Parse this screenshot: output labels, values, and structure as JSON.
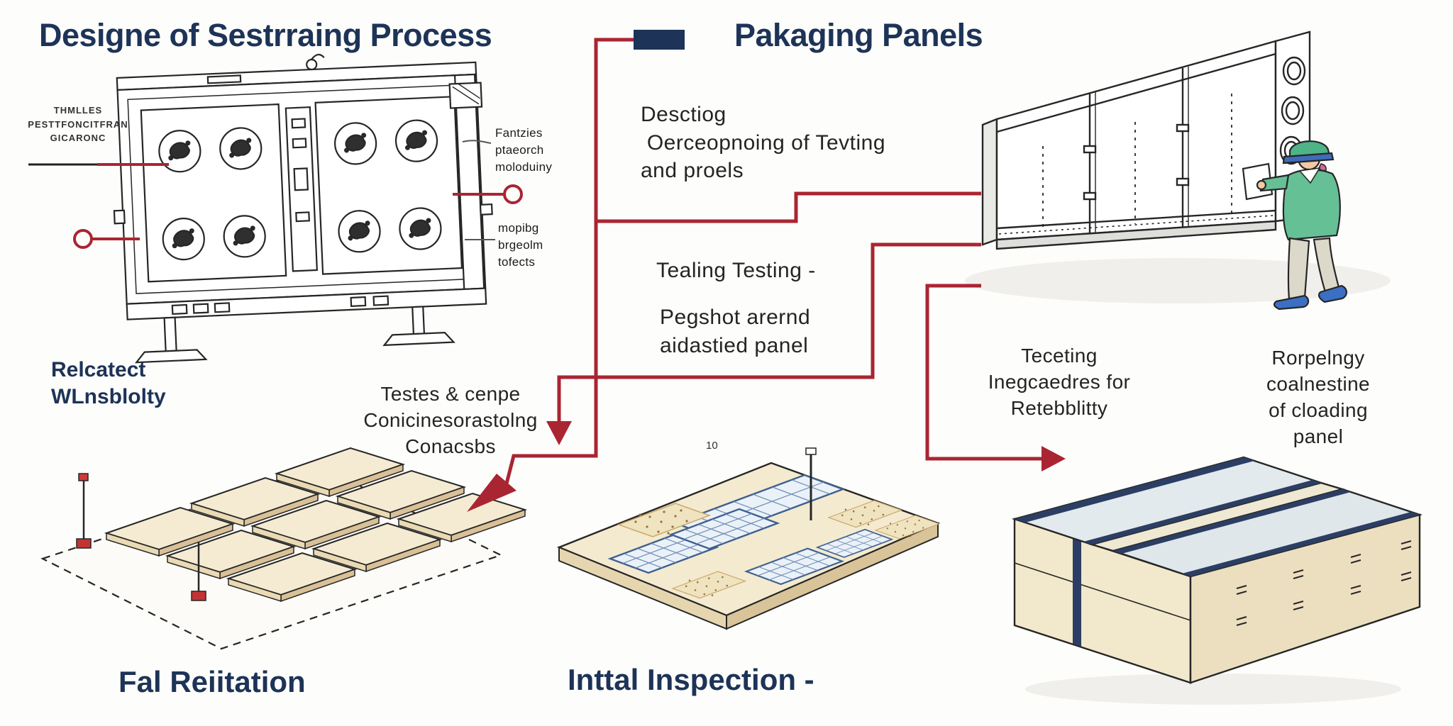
{
  "header": {
    "title_left": "Designe of Sestrraing Process",
    "title_right": "Pakaging Panels"
  },
  "colors": {
    "navy": "#1d3357",
    "red": "#a92532",
    "ink": "#262626",
    "cream": "#f4ead0",
    "tan": "#d9c398",
    "grid_blue": "#3f608e",
    "plank_gray": "#e3eaed",
    "worker_green": "#66c096",
    "shoe_blue": "#3a6fc4"
  },
  "formwork": {
    "spec_label": [
      "THMLLES",
      "PESTTFONCITFRAN",
      "GICARONC"
    ],
    "label_parts": [
      "Fantzies",
      "ptaeorch",
      "moloduiny"
    ],
    "label_molding": [
      "mopibg",
      "brgeolm",
      "tofects"
    ],
    "caption": [
      "Relcatect",
      "WLnsblolty"
    ]
  },
  "notes": {
    "tests": [
      "Testes & cenpe",
      "Conicinesorastolng",
      "Conacsbs"
    ],
    "description": [
      "Desctiog",
      " Oerceopnoing of Tevting",
      "and proels"
    ],
    "sealing": "Tealing Testing -",
    "pegshot": [
      "Pegshot arernd",
      "aidastied panel"
    ],
    "procedures": [
      "Teceting",
      "Inegcaedres for",
      "Retebblitty"
    ],
    "completion": [
      "Rorpelngy",
      "coalnestine",
      "of cloading",
      "panel"
    ]
  },
  "stage_labels": {
    "final": "Fal Reiitation",
    "initial": "Inttal Inspection -"
  },
  "annotations": {
    "marker": "10"
  }
}
